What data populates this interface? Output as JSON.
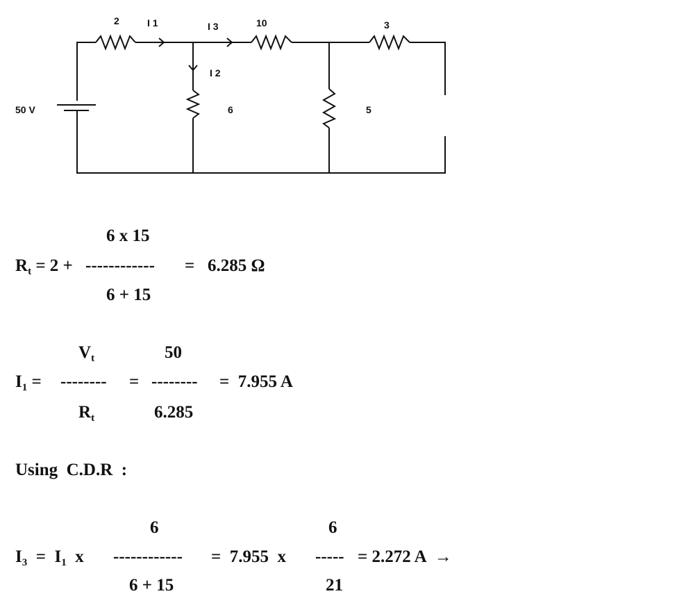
{
  "circuit": {
    "source": "50 V",
    "r1": "2",
    "r2": "6",
    "r3": "10",
    "r4": "5",
    "r5": "3",
    "i1": "I 1",
    "i2": "I 2",
    "i3": "I 3"
  },
  "eq1": {
    "lhs": "R",
    "lhs_sub": "t",
    "prefix": "= 2 +",
    "numerator": "6 x 15",
    "bar": "------------",
    "denominator": "6 + 15",
    "result": "=   6.285 Ω"
  },
  "eq2": {
    "lhs": "I",
    "lhs_sub": "1",
    "eq": "=",
    "num1": "V",
    "num1_sub": "t",
    "den1": "R",
    "den1_sub": "t",
    "bar1": "--------",
    "eq_mid": "=",
    "num2": "50",
    "den2": "6.285",
    "bar2": "--------",
    "result": "=  7.955 A"
  },
  "heading": "Using  C.D.R  :",
  "eq3": {
    "lhs": "I",
    "lhs_sub": "3",
    "eq": "=  I",
    "i1_sub": "1",
    "x1": "x",
    "num1": "6",
    "bar1": "------------",
    "den1": "6 + 15",
    "mid": "=  7.955  x",
    "num2": "6",
    "bar2": "-----",
    "den2": "21",
    "result": "= 2.272 A  →"
  }
}
